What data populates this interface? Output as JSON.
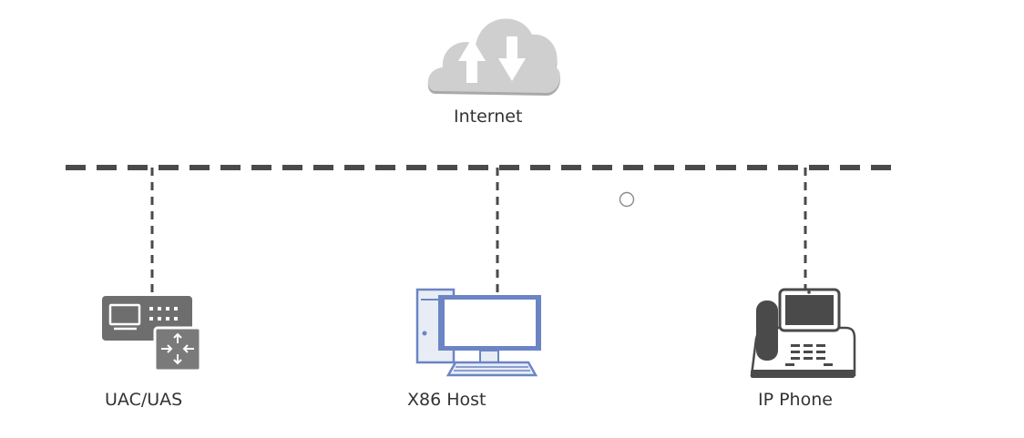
{
  "diagram": {
    "nodes": [
      {
        "id": "internet",
        "label": "Internet",
        "icon": "cloud-upload-download-icon"
      },
      {
        "id": "uac",
        "label": "UAC/UAS",
        "icon": "router-device-icon"
      },
      {
        "id": "x86",
        "label": "X86 Host",
        "icon": "desktop-computer-icon"
      },
      {
        "id": "phone",
        "label": "IP Phone",
        "icon": "ip-phone-icon"
      }
    ],
    "edges": [
      {
        "from": "uac",
        "to": "bus",
        "style": "dashed"
      },
      {
        "from": "x86",
        "to": "bus",
        "style": "dashed"
      },
      {
        "from": "phone",
        "to": "bus",
        "style": "dashed"
      }
    ],
    "bus": {
      "style": "dashed"
    }
  },
  "colors": {
    "line": "#4a4a4a",
    "cloud": "#cfcfcf",
    "device_gray": "#6e6e6e",
    "pc_blue": "#6b85c4",
    "label": "#333333"
  }
}
